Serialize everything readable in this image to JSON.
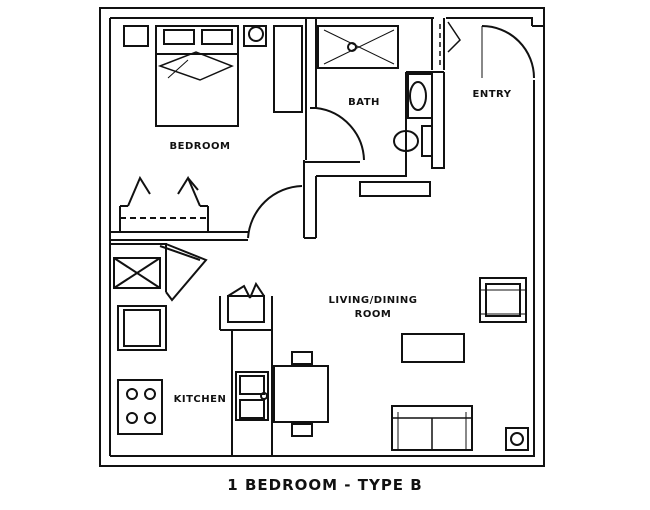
{
  "rooms": {
    "bedroom": "BEDROOM",
    "bath": "BATH",
    "entry": "ENTRY",
    "living_line1": "LIVING/DINING",
    "living_line2": "ROOM",
    "kitchen": "KITCHEN"
  },
  "caption": "1 BEDROOM - TYPE B"
}
